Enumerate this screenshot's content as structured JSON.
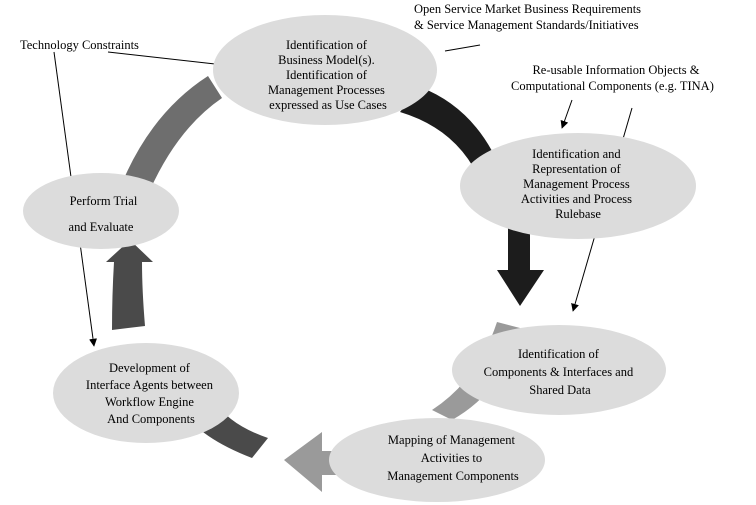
{
  "colors": {
    "arrow_dark": "#1c1c1c",
    "arrow_mid": "#4a4a4a",
    "arrow_gray": "#6e6e6e",
    "arrow_light": "#9a9a9a",
    "node_fill": "#dcdcdc",
    "text": "#000000",
    "background": "#ffffff"
  },
  "nodes": {
    "business_model": {
      "lines": [
        "Identification  of",
        "Business Model(s).",
        "Identification of",
        "Management Processes",
        "expressed as  Use Cases"
      ]
    },
    "process_activities": {
      "lines": [
        "Identification and",
        "Representation of",
        "Management Process",
        "Activities and Process",
        "Rulebase"
      ]
    },
    "components": {
      "lines": [
        "Identification of",
        "Components & Interfaces and",
        "Shared Data"
      ]
    },
    "mapping": {
      "lines": [
        "Mapping of Management",
        "Activities to",
        "Management Components"
      ]
    },
    "interface_agents": {
      "lines": [
        "Development of",
        "Interface Agents between",
        "Workflow Engine",
        "And Components"
      ]
    },
    "trial": {
      "lines": [
        "Perform Trial",
        "and Evaluate"
      ]
    }
  },
  "annotations": {
    "technology_constraints": "Technology Constraints",
    "open_service_market": [
      "Open Service Market Business Requirements",
      "& Service Management Standards/Initiatives"
    ],
    "reusable_objects": [
      "Re-usable Information Objects &",
      "Computational Components (e.g. TINA)"
    ]
  }
}
